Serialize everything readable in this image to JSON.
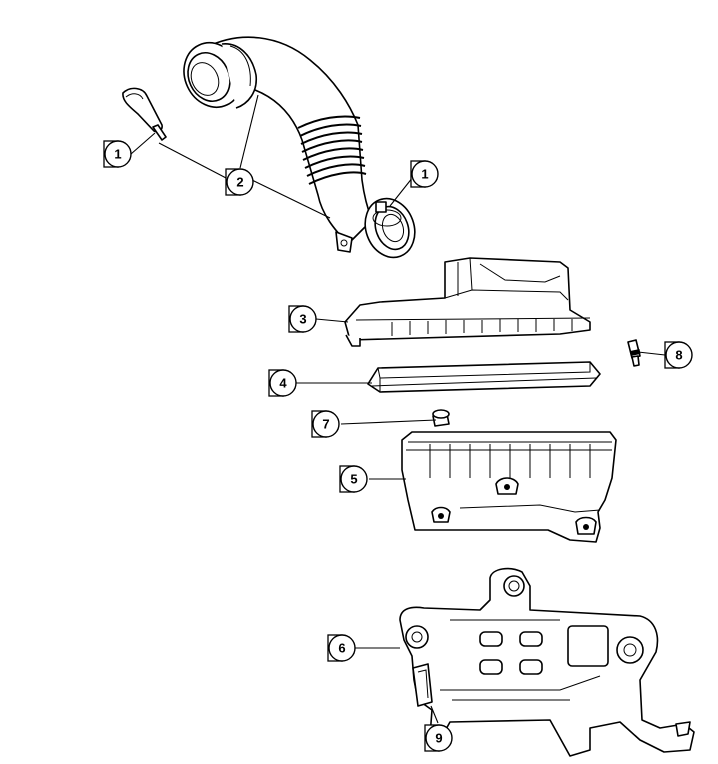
{
  "callouts": {
    "c1a": "1",
    "c1b": "1",
    "c2": "2",
    "c3": "3",
    "c4": "4",
    "c5": "5",
    "c6": "6",
    "c7": "7",
    "c8": "8",
    "c9": "9"
  }
}
